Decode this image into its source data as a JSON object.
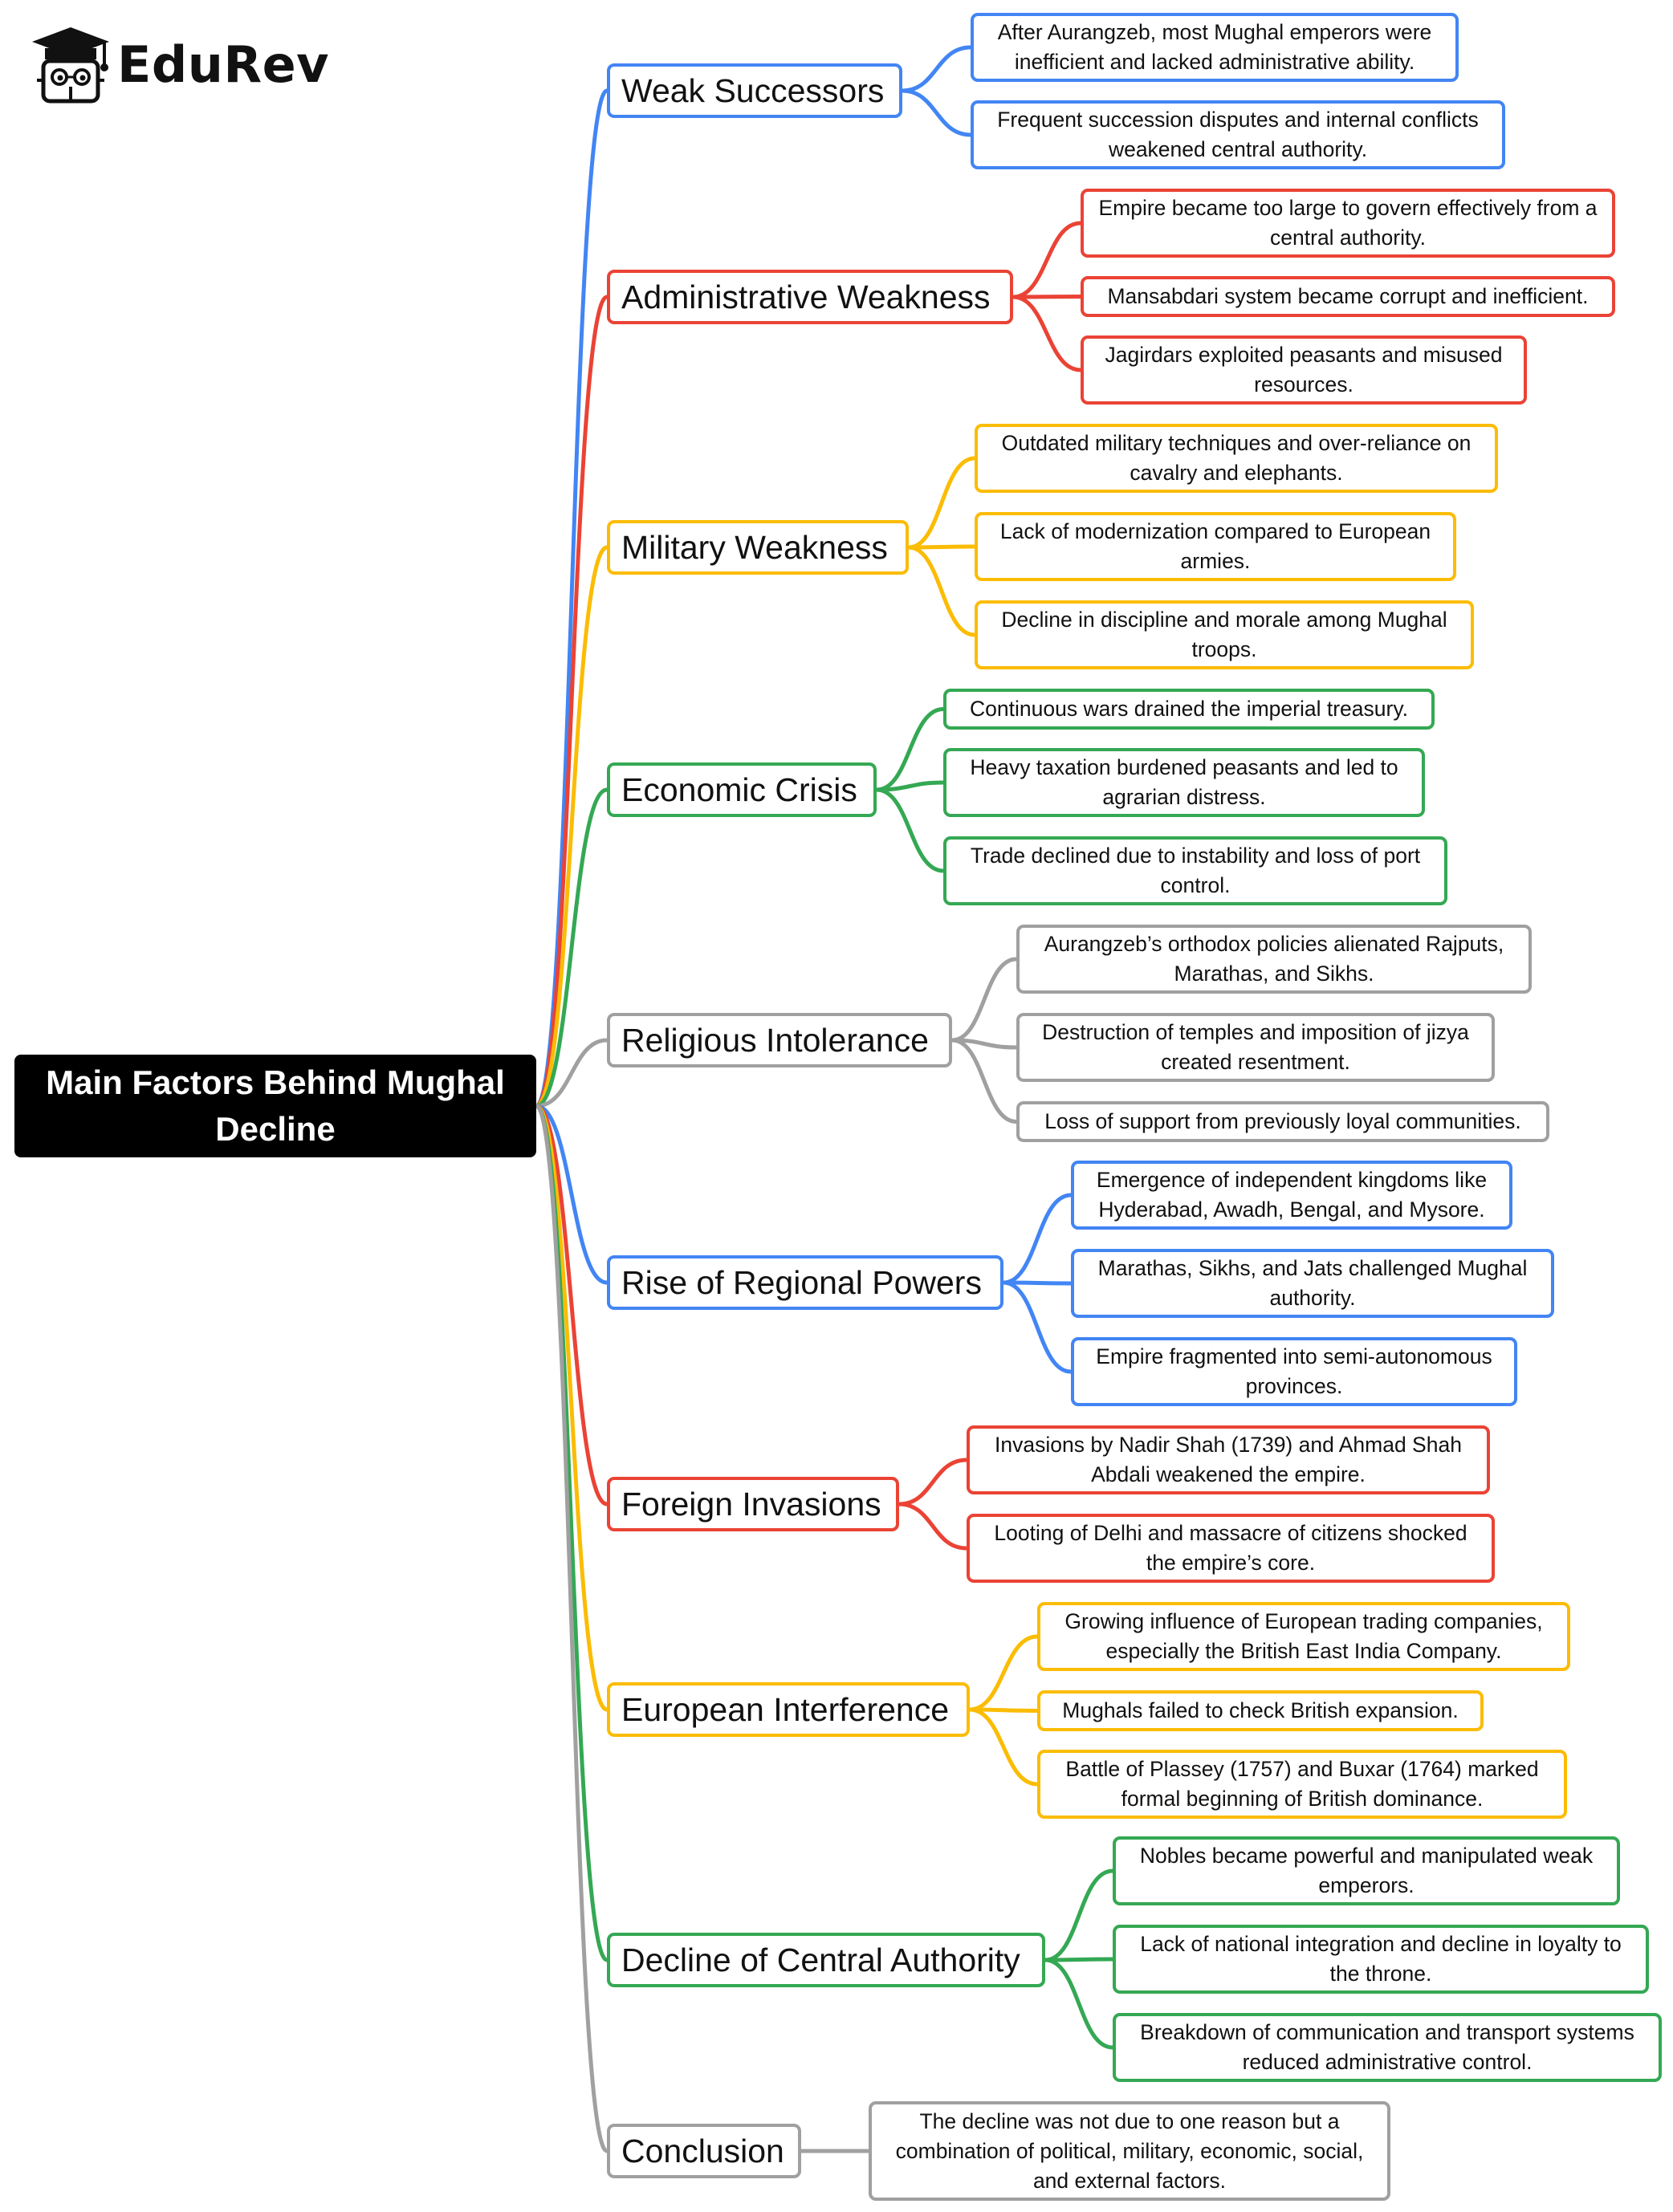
{
  "brand": {
    "name": "EduRev"
  },
  "colors": {
    "blue": "#4285f4",
    "red": "#ea4335",
    "yellow": "#fbbc04",
    "green": "#34a853",
    "gray": "#a0a0a0",
    "root_bg": "#000000"
  },
  "root": {
    "title": "Main Factors Behind Mughal Decline"
  },
  "branches": [
    {
      "title": "Weak Successors",
      "color": "blue",
      "points": [
        "After Aurangzeb, most Mughal emperors were inefficient and lacked administrative ability.",
        "Frequent succession disputes and internal conflicts weakened central authority."
      ]
    },
    {
      "title": "Administrative Weakness",
      "color": "red",
      "points": [
        "Empire became too large to govern effectively from a central authority.",
        "Mansabdari system became corrupt and inefficient.",
        "Jagirdars exploited peasants and misused resources."
      ]
    },
    {
      "title": "Military Weakness",
      "color": "yellow",
      "points": [
        "Outdated military techniques and over-reliance on cavalry and elephants.",
        "Lack of modernization compared to European armies.",
        "Decline in discipline and morale among Mughal troops."
      ]
    },
    {
      "title": "Economic Crisis",
      "color": "green",
      "points": [
        "Continuous wars drained the imperial treasury.",
        "Heavy taxation burdened peasants and led to agrarian distress.",
        "Trade declined due to instability and loss of port control."
      ]
    },
    {
      "title": "Religious Intolerance",
      "color": "gray",
      "points": [
        "Aurangzeb’s orthodox policies alienated Rajputs, Marathas, and Sikhs.",
        "Destruction of temples and imposition of jizya created resentment.",
        "Loss of support from previously loyal communities."
      ]
    },
    {
      "title": "Rise of Regional Powers",
      "color": "blue",
      "points": [
        "Emergence of independent kingdoms like Hyderabad, Awadh, Bengal, and Mysore.",
        "Marathas, Sikhs, and Jats challenged Mughal authority.",
        "Empire fragmented into semi-autonomous provinces."
      ]
    },
    {
      "title": "Foreign Invasions",
      "color": "red",
      "points": [
        "Invasions by Nadir Shah (1739) and Ahmad Shah Abdali weakened the empire.",
        "Looting of Delhi and massacre of citizens shocked the empire’s core."
      ]
    },
    {
      "title": "European Interference",
      "color": "yellow",
      "points": [
        "Growing influence of European trading companies, especially the British East India Company.",
        "Mughals failed to check British expansion.",
        "Battle of Plassey (1757) and Buxar (1764) marked formal beginning of British dominance."
      ]
    },
    {
      "title": "Decline of Central Authority",
      "color": "green",
      "points": [
        "Nobles became powerful and manipulated weak emperors.",
        "Lack of national integration and decline in loyalty to the throne.",
        "Breakdown of communication and transport systems reduced administrative control."
      ]
    },
    {
      "title": "Conclusion",
      "color": "gray",
      "points": [
        "The decline was not due to one reason but a combination of political, military, economic, social, and external factors."
      ]
    }
  ]
}
